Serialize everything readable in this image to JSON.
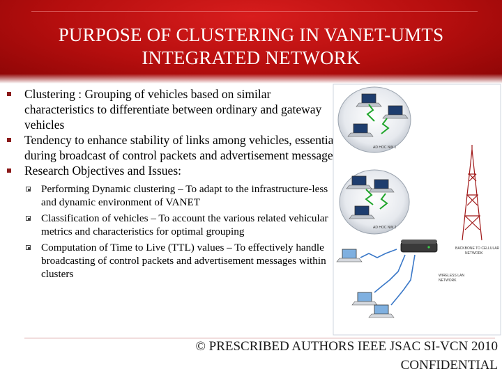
{
  "slide": {
    "title_lines": [
      "PURPOSE OF CLUSTERING IN VANET-UMTS",
      "INTEGRATED NETWORK"
    ],
    "bullets": [
      {
        "text": "Clustering :  Grouping of vehicles based on similar characteristics to differentiate between ordinary and gateway vehicles"
      },
      {
        "text": "Tendency to enhance stability of links among vehicles, essential during broadcast of control packets and advertisement messages"
      },
      {
        "text": "Research Objectives and Issues:"
      }
    ],
    "sub_bullets": [
      {
        "text": "Performing Dynamic clustering – To adapt to the infrastructure-less and dynamic environment of VANET"
      },
      {
        "text": "Classification of vehicles – To account the various related vehicular metrics and characteristics for optimal grouping"
      },
      {
        "text": "Computation of Time to Live (TTL) values – To effectively handle broadcasting of control packets and advertisement messages within clusters"
      }
    ],
    "diagram": {
      "labels": {
        "adhoc1": "AD HOC NW 1",
        "adhoc2": "AD HOC NW 2",
        "backbone_1": "BACKBONE TO CELLULAR",
        "backbone_2": "NETWORK",
        "wlan_1": "WIRELESS LAN",
        "wlan_2": "NETWORK"
      }
    },
    "footer": {
      "copyright": "© PRESCRIBED AUTHORS IEEE JSAC SI-VCN 2010",
      "confidential": "CONFIDENTIAL"
    }
  },
  "colors": {
    "header_red": "#c0111a",
    "bullet_marker": "#8b1a1a",
    "title_text": "#ffffff"
  }
}
